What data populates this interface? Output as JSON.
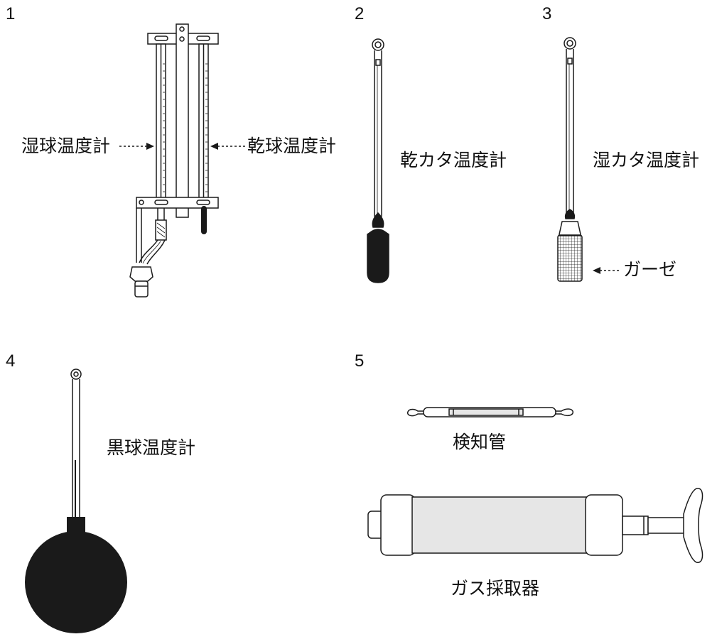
{
  "figures": [
    {
      "number": "1",
      "labels": {
        "wet": "湿球温度計",
        "dry": "乾球温度計"
      }
    },
    {
      "number": "2",
      "labels": {
        "main": "乾カタ温度計"
      }
    },
    {
      "number": "3",
      "labels": {
        "main": "湿カタ温度計",
        "gauze": "ガーゼ"
      }
    },
    {
      "number": "4",
      "labels": {
        "main": "黒球温度計"
      }
    },
    {
      "number": "5",
      "labels": {
        "tube": "検知管",
        "pump": "ガス採取器"
      }
    }
  ],
  "colors": {
    "ink": "#1a1a1a",
    "tube_fill": "#e6e6e6",
    "paper": "#ffffff"
  }
}
